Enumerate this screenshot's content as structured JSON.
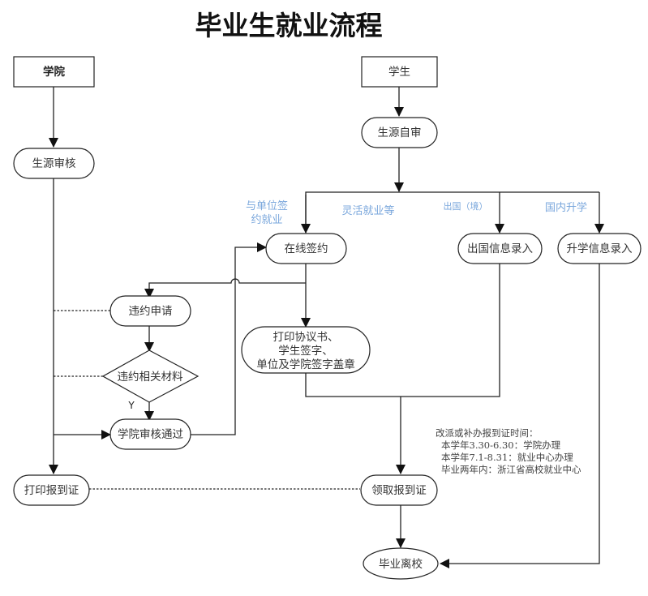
{
  "title": "毕业生就业流程",
  "lanes": {
    "college": "学院",
    "student": "学生"
  },
  "nodes": {
    "source_review": "生源审核",
    "self_review": "生源自审",
    "online_sign": "在线签约",
    "abroad_entry": "出国信息录入",
    "further_study_entry": "升学信息录入",
    "breach_apply": "违约申请",
    "breach_materials": "违约相关材料",
    "college_approved": "学院审核通过",
    "print_agreement": [
      "打印协议书、",
      "学生签字、",
      "单位及学院签字盖章"
    ],
    "print_report_card": "打印报到证",
    "collect_report_card": "领取报到证",
    "graduate_leave": "毕业离校"
  },
  "branch_labels": {
    "sign_employer": [
      "与单位签",
      "约就业"
    ],
    "flexible": "灵活就业等",
    "abroad": "出国（境）",
    "domestic_study": "国内升学"
  },
  "decision_yes": "Y",
  "note": {
    "heading": "改派或补办报到证时间：",
    "lines": [
      "本学年3.30-6.30：学院办理",
      "本学年7.1-8.31：就业中心办理",
      "毕业两年内：浙江省高校就业中心"
    ]
  },
  "colors": {
    "line": "#222222",
    "branch_label": "#7aa7dc"
  }
}
